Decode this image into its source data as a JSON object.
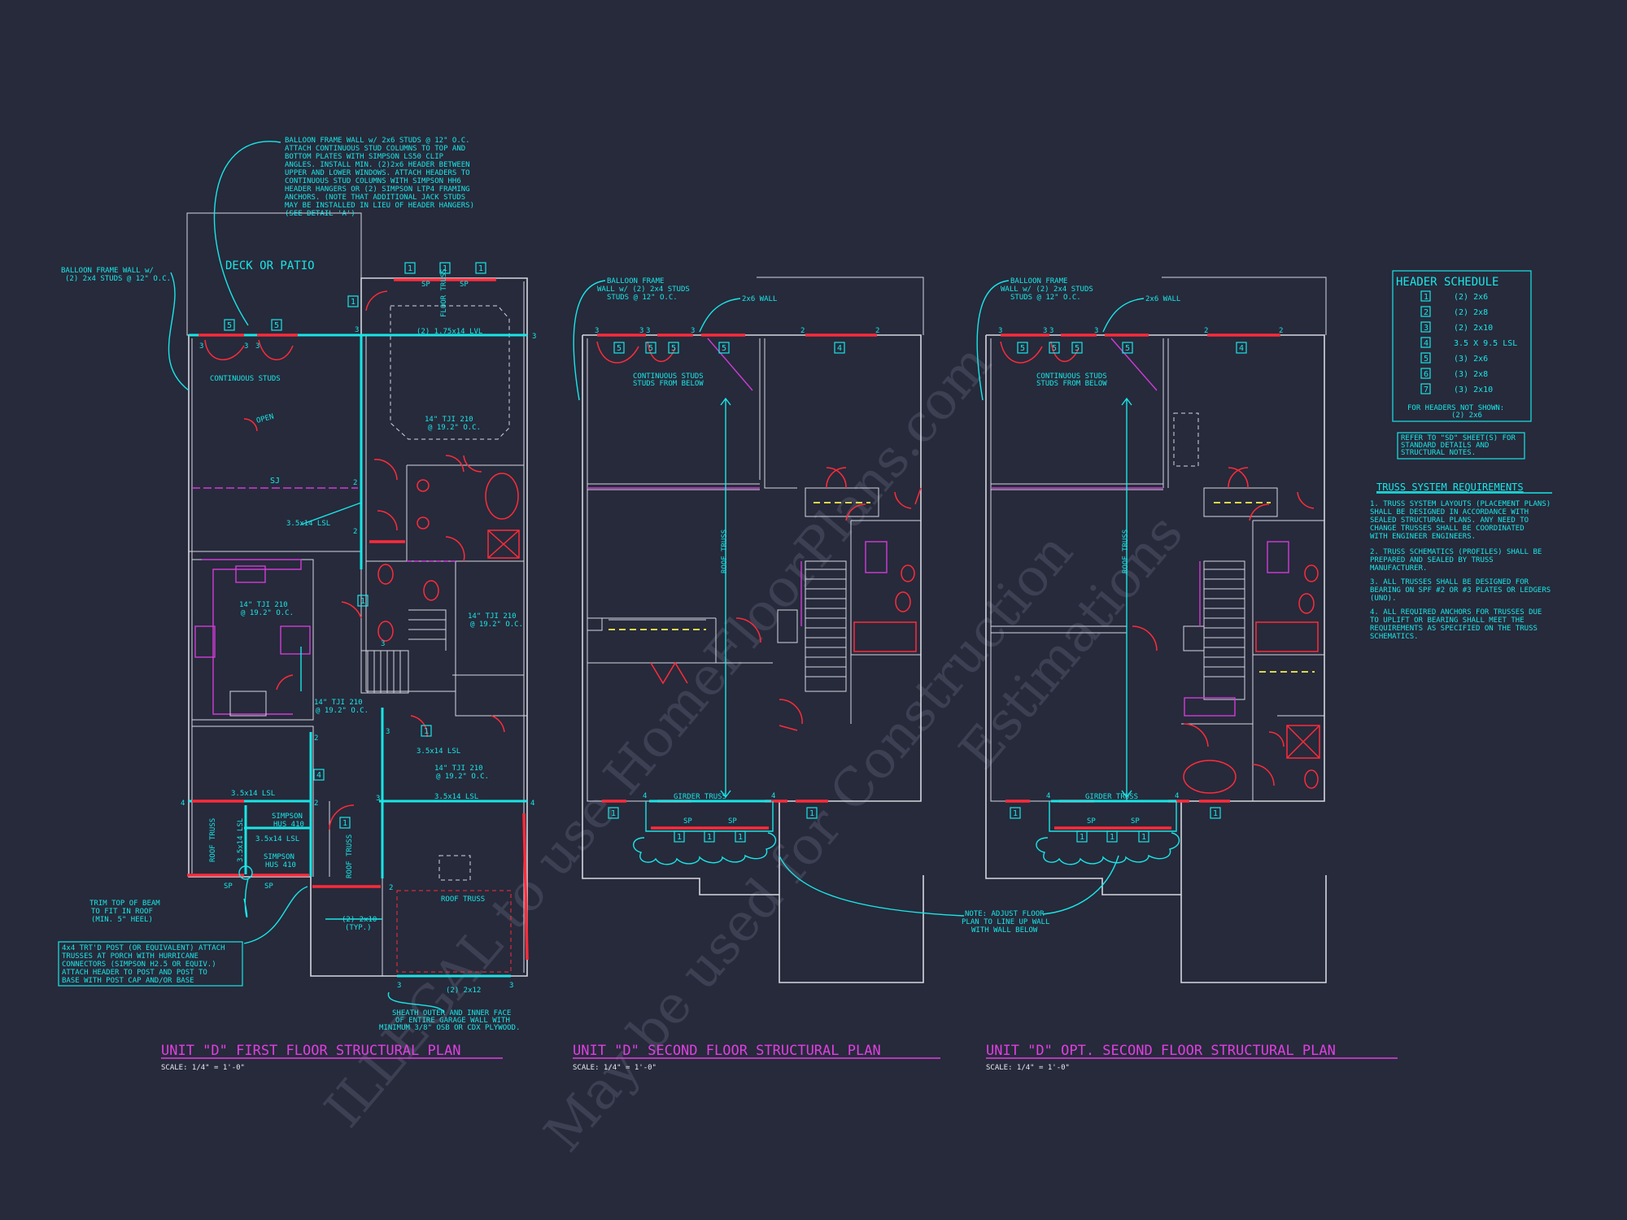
{
  "watermark": {
    "line1": "ILLEGAL to use HomeFloorPlans.com",
    "line2": "May be used for Construction",
    "line3": "Estimations"
  },
  "plans": [
    {
      "title": "UNIT \"D\" FIRST FLOOR STRUCTURAL PLAN",
      "scale": "SCALE: 1/4\" = 1'-0\""
    },
    {
      "title": "UNIT \"D\" SECOND FLOOR STRUCTURAL PLAN",
      "scale": "SCALE: 1/4\" = 1'-0\""
    },
    {
      "title": "UNIT \"D\" OPT. SECOND FLOOR STRUCTURAL PLAN",
      "scale": "SCALE: 1/4\" = 1'-0\""
    }
  ],
  "first_floor_notes": {
    "balloon_wall": [
      "BALLOON FRAME WALL w/ 2x6 STUDS @ 12\" O.C.",
      "ATTACH CONTINUOUS STUD COLUMNS TO TOP AND",
      "BOTTOM PLATES WITH SIMPSON LS50 CLIP",
      "ANGLES. INSTALL MIN. (2)2x6 HEADER BETWEEN",
      "UPPER AND LOWER WINDOWS. ATTACH HEADERS TO",
      "CONTINUOUS STUD COLUMNS WITH SIMPSON HH6",
      "HEADER HANGERS OR (2) SIMPSON LTP4 FRAMING",
      "ANCHORS. (NOTE THAT ADDITIONAL JACK STUDS",
      "MAY BE INSTALLED IN LIEU OF HEADER HANGERS)",
      "(SEE DETAIL 'A')"
    ],
    "balloon_left": [
      "BALLOON FRAME WALL w/",
      "(2) 2x4 STUDS @ 12\" O.C."
    ],
    "deck": "DECK OR PATIO",
    "continuous_studs": "CONTINUOUS STUDS",
    "open": "OPEN",
    "sj": "SJ",
    "lsl_350": "3.5x14 LSL",
    "lvl": "(2) 1.75x14 LVL",
    "tji_top": [
      "14\" TJI 210",
      "@ 19.2\" O.C."
    ],
    "tji_kitchen": [
      "14\" TJI 210",
      "@ 19.2\" O.C."
    ],
    "tji_stair": [
      "14\" TJI 210",
      "@ 19.2\" O.C."
    ],
    "tji_mid": [
      "14\" TJI 210",
      "@ 19.2\" O.C."
    ],
    "tji_garage": [
      "14\" TJI 210",
      "@ 19.2\" O.C."
    ],
    "lsl_mid": "3.5x14 LSL",
    "lsl_left": "3.5x14 LSL",
    "lsl_right": "3.5x14 LSL",
    "lsl_small": "3.5x14 LSL",
    "lsl_vert": "3.5x14 LSL",
    "simpson1": [
      "SIMPSON",
      "HUS 410"
    ],
    "simpson2": [
      "SIMPSON",
      "HUS 410"
    ],
    "roof_truss": "ROOF TRUSS",
    "floor_truss": "FLOOR TRUSS",
    "trim": [
      "TRIM TOP OF BEAM",
      "TO FIT IN ROOF",
      "(MIN. 5\" HEEL)"
    ],
    "post": [
      "4x4 TRT'D POST (OR EQUIVALENT) ATTACH",
      "TRUSSES AT PORCH WITH HURRICANE",
      "CONNECTORS (SIMPSON H2.5 OR EQUIV.)",
      "ATTACH HEADER TO POST AND POST TO",
      "BASE WITH POST CAP AND/OR BASE"
    ],
    "typ": [
      "(2) 2x10",
      "(TYP.)"
    ],
    "garage_header": "(2) 2x12",
    "sheath": [
      "SHEATH OUTER AND INNER FACE",
      "OF ENTIRE GARAGE WALL WITH",
      "MINIMUM 3/8\" OSB OR CDX PLYWOOD."
    ],
    "sp": "SP"
  },
  "second_floor_notes": {
    "balloon": [
      "BALLOON FRAME",
      "WALL w/ (2) 2x4 STUDS",
      "STUDS @ 12\" O.C."
    ],
    "wall_2x6": "2x6 WALL",
    "continuous": [
      "CONTINUOUS STUDS",
      "STUDS FROM BELOW"
    ],
    "roof_truss": "ROOF TRUSS",
    "girder": "GIRDER TRUSS",
    "note": [
      "NOTE: ADJUST FLOOR",
      "PLAN TO LINE UP WALL",
      "WITH WALL BELOW"
    ],
    "sp": "SP"
  },
  "header_schedule": {
    "title": "HEADER SCHEDULE",
    "rows": [
      {
        "key": "1",
        "value": "(2) 2x6"
      },
      {
        "key": "2",
        "value": "(2) 2x8"
      },
      {
        "key": "3",
        "value": "(2) 2x10"
      },
      {
        "key": "4",
        "value": "3.5 X 9.5 LSL"
      },
      {
        "key": "5",
        "value": "(3) 2x6"
      },
      {
        "key": "6",
        "value": "(3) 2x8"
      },
      {
        "key": "7",
        "value": "(3) 2x10"
      }
    ],
    "footer": [
      "FOR HEADERS NOT SHOWN:",
      "(2) 2x6"
    ],
    "refer": [
      "REFER TO \"SD\" SHEET(S) FOR",
      "STANDARD DETAILS AND",
      "STRUCTURAL NOTES."
    ]
  },
  "truss_requirements": {
    "title": "TRUSS SYSTEM REQUIREMENTS",
    "items": [
      [
        "1. TRUSS SYSTEM LAYOUTS (PLACEMENT PLANS)",
        "SHALL BE DESIGNED IN ACCORDANCE WITH",
        "SEALED STRUCTURAL PLANS. ANY NEED TO",
        "CHANGE TRUSSES SHALL BE COORDINATED",
        "WITH ENGINEER ENGINEERS."
      ],
      [
        "2. TRUSS SCHEMATICS (PROFILES) SHALL BE",
        "PREPARED AND SEALED BY TRUSS",
        "MANUFACTURER."
      ],
      [
        "3. ALL TRUSSES SHALL BE DESIGNED FOR",
        "BEARING ON SPF #2 OR #3 PLATES OR LEDGERS",
        "(UNO)."
      ],
      [
        "4. ALL REQUIRED ANCHORS FOR TRUSSES DUE",
        "TO UPLIFT OR BEARING SHALL MEET THE",
        "REQUIREMENTS AS SPECIFIED ON THE TRUSS",
        "SCHEMATICS."
      ]
    ]
  },
  "tags": {
    "t1": "1",
    "t2": "2",
    "t3": "3",
    "t4": "4",
    "t5": "5"
  }
}
